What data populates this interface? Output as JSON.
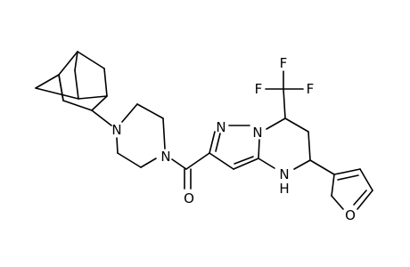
{
  "molecule": {
    "atom_labels": {
      "n_piperazine_left": "N",
      "n_piperazine_right": "N",
      "o_carbonyl": "O",
      "n_pyrazole_1": "N",
      "n_pyrazole_2": "N",
      "nh": "N",
      "nh_h": "H",
      "f_top_left": "F",
      "f_top_right": "F",
      "f_right": "F",
      "o_furan": "O"
    },
    "colors": {
      "bond": "#000000",
      "label": "#000000",
      "background": "#ffffff"
    }
  }
}
